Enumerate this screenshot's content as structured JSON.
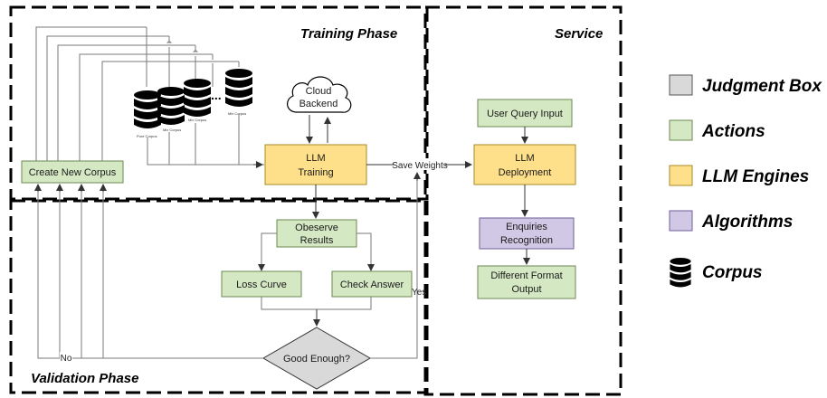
{
  "phases": {
    "training": "Training Phase",
    "service": "Service",
    "validation": "Validation Phase"
  },
  "nodes": {
    "create_new_corpus": "Create New Corpus",
    "cloud_backend_line1": "Cloud",
    "cloud_backend_line2": "Backend",
    "llm_training_line1": "LLM",
    "llm_training_line2": "Training",
    "observe_results_line1": "Obeserve",
    "observe_results_line2": "Results",
    "loss_curve": "Loss Curve",
    "check_answer": "Check Answer",
    "good_enough": "Good Enough?",
    "user_query_input": "User Query Input",
    "llm_deployment_line1": "LLM",
    "llm_deployment_line2": "Deployment",
    "enquiries_line1": "Enquiries",
    "enquiries_line2": "Recognition",
    "format_output_line1": "Different Format",
    "format_output_line2": "Output"
  },
  "edge_labels": {
    "save_weights": "Save Weights",
    "no": "No",
    "yes": "Yes"
  },
  "corpus_labels": {
    "pure": "Pure Corpus",
    "mix1": "Mix Corpus",
    "mix2": "Mix Corpus",
    "mix3": "Mix Corpus",
    "ellipsis": "..."
  },
  "legend": [
    {
      "label": "Judgment Box",
      "color": "#d9d9d9",
      "type": "box"
    },
    {
      "label": "Actions",
      "color": "#d5e8c4",
      "type": "box"
    },
    {
      "label": "LLM Engines",
      "color": "#ffe08a",
      "type": "box"
    },
    {
      "label": "Algorithms",
      "color": "#d0c8e4",
      "type": "box"
    },
    {
      "label": "Corpus",
      "color": "#000000",
      "type": "db"
    }
  ],
  "colors": {
    "action": "#d5e8c4",
    "engine": "#ffe08a",
    "algorithm": "#d0c8e4",
    "judgment": "#d9d9d9"
  }
}
